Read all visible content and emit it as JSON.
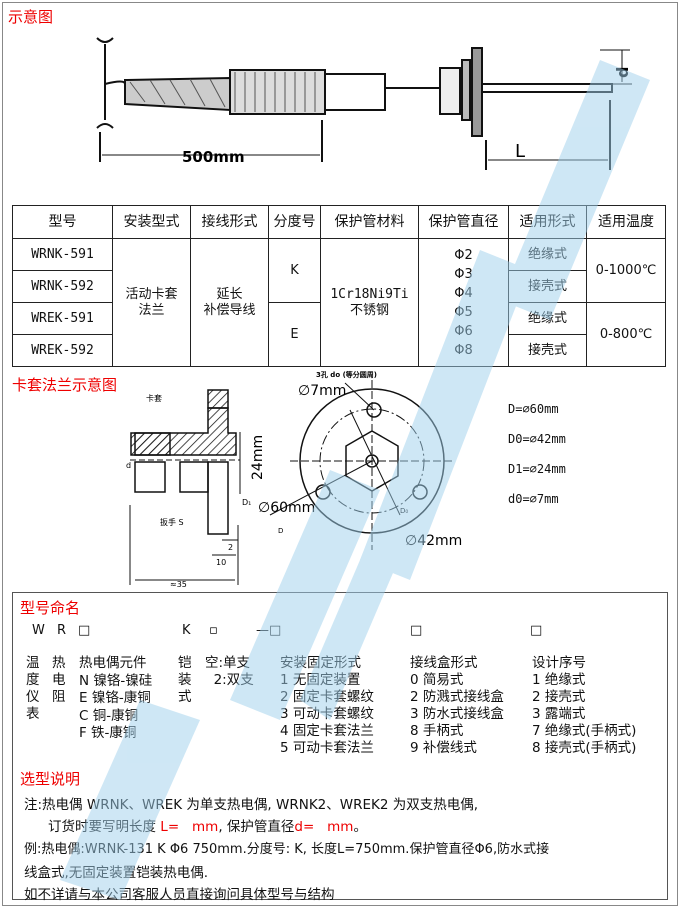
{
  "titles": {
    "schematic": "示意图",
    "flange_schematic": "卡套法兰示意图",
    "naming": "型号命名",
    "selection": "选型说明"
  },
  "drawing": {
    "length_500": "500mm",
    "length_L": "L",
    "diameter_d": "d"
  },
  "table": {
    "headers": [
      "型号",
      "安装型式",
      "接线形式",
      "分度号",
      "保护管材料",
      "保护管直径",
      "适用形式",
      "适用温度"
    ],
    "models": [
      "WRNK-591",
      "WRNK-592",
      "WREK-591",
      "WREK-592"
    ],
    "install": "活动卡套\n法兰",
    "wiring": "延长\n补偿导线",
    "grad": [
      "K",
      "E"
    ],
    "material": "1Cr18Ni9Ti\n不锈钢",
    "diameters": "Φ2\nΦ3\nΦ4\nΦ5\nΦ6\nΦ8",
    "forms": [
      "绝缘式",
      "接壳式",
      "绝缘式",
      "接壳式"
    ],
    "temps": [
      "0-1000℃",
      "0-800℃"
    ]
  },
  "flange": {
    "holes_label": "3孔 do (等分圆周)",
    "d0_dim": "∅7mm",
    "D_dim": "∅60mm",
    "D0_dim": "∅42mm",
    "D1_dim": "24mm",
    "kataoguan": "卡套",
    "wrench": "扳手 S",
    "dim_2": "2",
    "dim_10": "10",
    "dim_35": "≈35",
    "d_lbl": "d",
    "D1_lbl": "D₁",
    "D_lbl": "D",
    "D0_lbl": "D₀",
    "specs": [
      "D=∅60mm",
      "D0=∅42mm",
      "D1=∅24mm",
      "d0=∅7mm"
    ]
  },
  "naming": {
    "code_row": [
      "W",
      "R",
      "□",
      "K",
      "▫",
      "—□",
      "□",
      "□"
    ],
    "c1": "温\n度\n仪\n表",
    "c2": "热\n电\n阻",
    "c3": "热电偶元件\nN 镍铬-镍硅\nE 镍铬-康铜\nC 铜-康铜\nF 铁-康铜",
    "c4": "铠\n装\n式",
    "c5": "空:单支\n  2:双支",
    "c6": "安装固定形式\n1 无固定装置\n2 固定卡套螺纹\n3 可动卡套螺纹\n4 固定卡套法兰\n5 可动卡套法兰",
    "c7": "接线盒形式\n0 简易式\n2 防溅式接线盒\n3 防水式接线盒\n8 手柄式\n9 补偿线式",
    "c8": "设计序号\n1 绝缘式\n2 接壳式\n3 露端式\n7 绝缘式(手柄式)\n8 接壳式(手柄式)"
  },
  "notes": {
    "line1": "注:热电偶 WRNK、WREK 为单支热电偶, WRNK2、WREK2 为双支热电偶,",
    "line2a": "订货时要写明长度 ",
    "line2b": "L=   mm",
    "line2c": ", 保护管直径",
    "line2d": "d=   mm",
    "line2e": "。",
    "line3": "例:热电偶:WRNK-131 K Φ6 750mm.分度号: K, 长度L=750mm.保护管直径Φ6,防水式接",
    "line4": "线盒式,无固定装置铠装热电偶.",
    "line5": "如不详请与本公司客服人员直接询问具体型号与结构"
  }
}
